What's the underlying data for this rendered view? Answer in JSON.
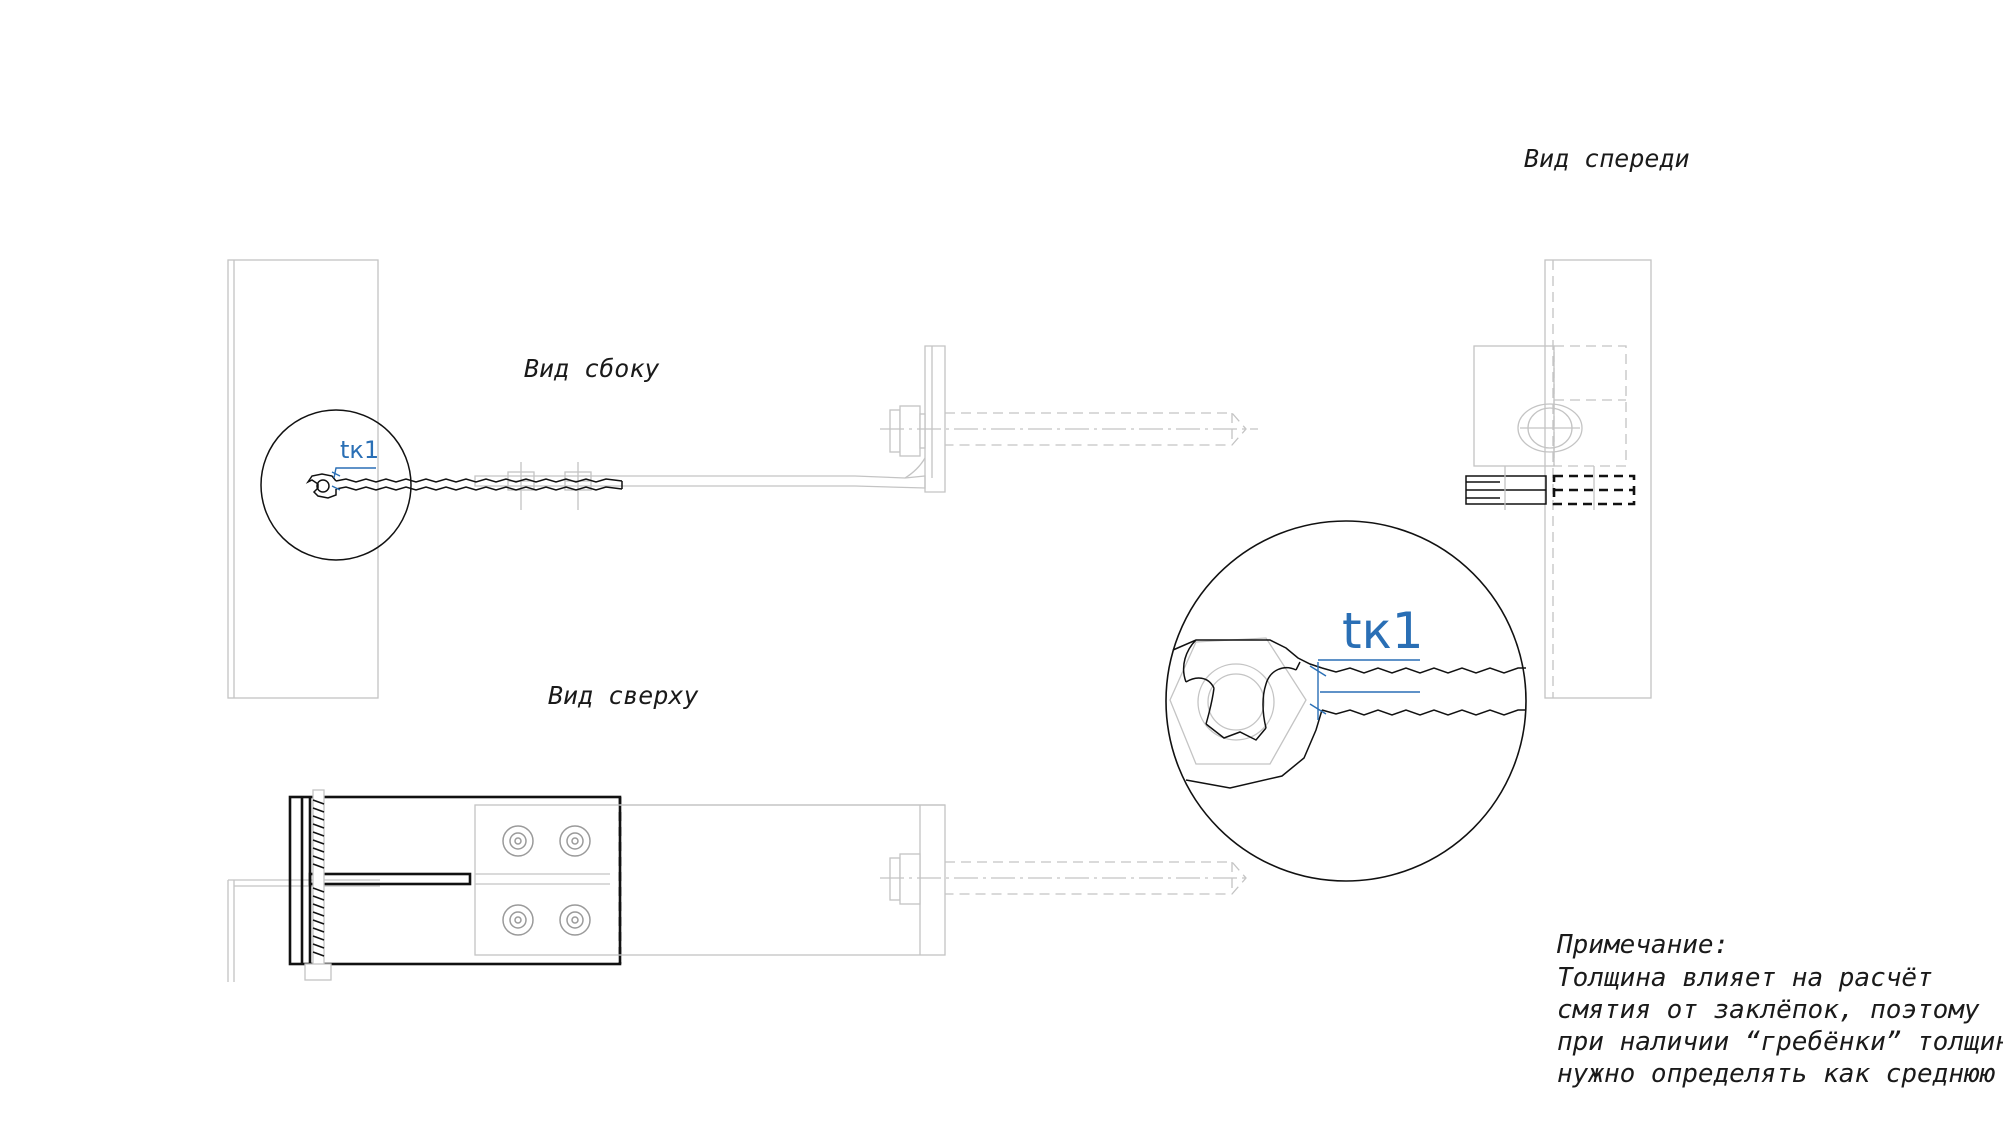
{
  "labels": {
    "side_view": "Вид сбоку",
    "top_view": "Вид сверху",
    "front_view": "Вид спереди",
    "dim_small": "tк1",
    "dim_large": "tк1"
  },
  "note": {
    "title": "Примечание:",
    "lines": [
      "Толщина влияет на расчёт",
      "смятия от заклёпок, поэтому",
      "при наличии “гребёнки” толщину",
      "нужно определять как среднюю"
    ]
  },
  "colors": {
    "linework": "#111111",
    "faint": "#c4c4c4",
    "dimension": "#2a6fb5"
  }
}
